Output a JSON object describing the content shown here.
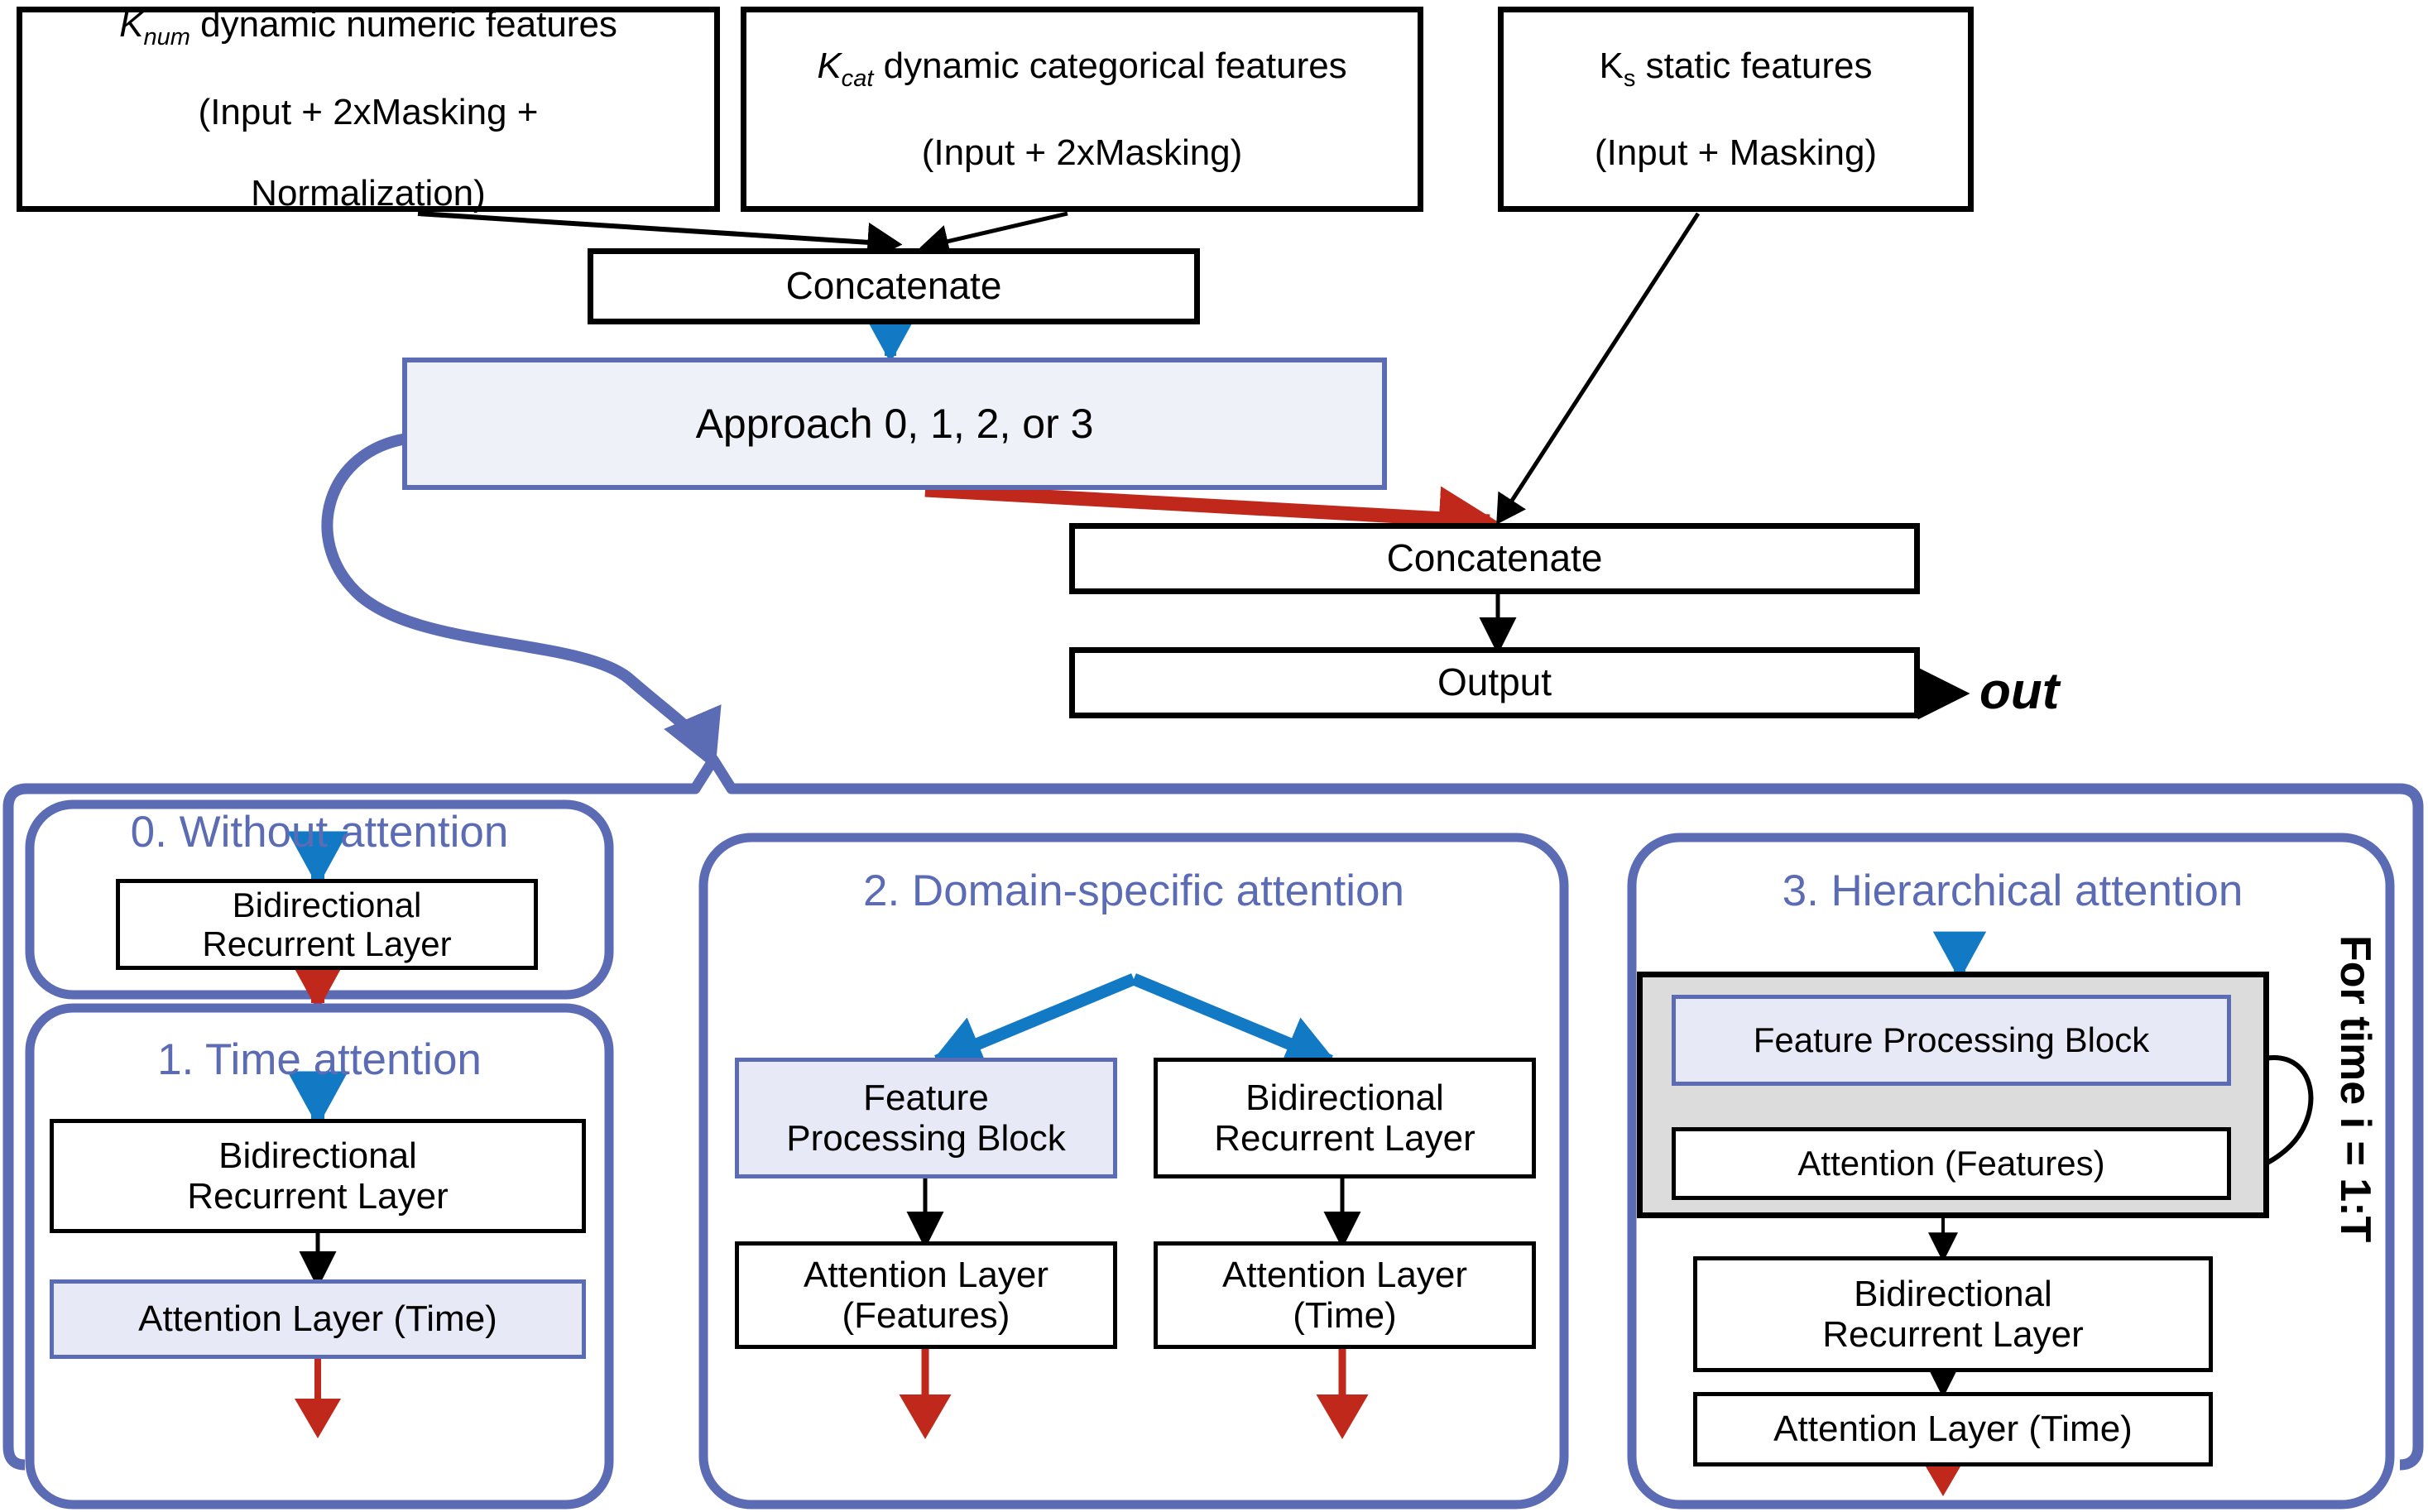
{
  "diagram": {
    "title": "Deep learning architecture with attention approaches",
    "colors": {
      "accent_blue": "#5B6CB5",
      "arrow_blue": "#1279C4",
      "arrow_red": "#C0281C",
      "box_fill_light": "#EFF1F8",
      "box_fill_gray": "#DCDCDC",
      "black": "#000000"
    }
  },
  "inputs": {
    "numeric": {
      "symbol": "K",
      "subscript": "num",
      "line1_rest": " dynamic numeric features",
      "line2": "(Input + 2xMasking +",
      "line3": "Normalization)"
    },
    "categorical": {
      "symbol": "K",
      "subscript": "cat",
      "line1_rest": " dynamic categorical features",
      "line2": "(Input + 2xMasking)"
    },
    "static": {
      "symbol": "K",
      "subscript": "s",
      "line1_rest": " static features",
      "line2": "(Input + Masking)"
    }
  },
  "pipeline": {
    "concatenate_dynamic": "Concatenate",
    "approach_selector": "Approach 0, 1, 2, or 3",
    "concatenate_final": "Concatenate",
    "output": "Output",
    "out_label": "out"
  },
  "approaches": [
    {
      "id": 0,
      "title": "0. Without attention",
      "blocks": [
        {
          "name": "bidirectional-recurrent-layer",
          "label": "Bidirectional\nRecurrent Layer",
          "style": "black"
        }
      ]
    },
    {
      "id": 1,
      "title": "1. Time attention",
      "blocks": [
        {
          "name": "bidirectional-recurrent-layer",
          "label": "Bidirectional\nRecurrent Layer",
          "style": "black"
        },
        {
          "name": "attention-layer-time",
          "label": "Attention Layer (Time)",
          "style": "blue"
        }
      ]
    },
    {
      "id": 2,
      "title": "2. Domain-specific attention",
      "blocks": [
        {
          "name": "feature-processing-block",
          "label": "Feature\nProcessing Block",
          "style": "blue"
        },
        {
          "name": "bidirectional-recurrent-layer",
          "label": "Bidirectional\nRecurrent Layer",
          "style": "black"
        },
        {
          "name": "attention-layer-features",
          "label": "Attention Layer\n(Features)",
          "style": "black"
        },
        {
          "name": "attention-layer-time",
          "label": "Attention Layer\n(Time)",
          "style": "black"
        }
      ]
    },
    {
      "id": 3,
      "title": "3. Hierarchical attention",
      "loop_label": "For time i = 1:T",
      "blocks": [
        {
          "name": "feature-processing-block",
          "label": "Feature Processing Block",
          "style": "blue"
        },
        {
          "name": "attention-features",
          "label": "Attention (Features)",
          "style": "black"
        },
        {
          "name": "bidirectional-recurrent-layer",
          "label": "Bidirectional\nRecurrent Layer",
          "style": "black"
        },
        {
          "name": "attention-layer-time",
          "label": "Attention Layer (Time)",
          "style": "black"
        }
      ]
    }
  ]
}
